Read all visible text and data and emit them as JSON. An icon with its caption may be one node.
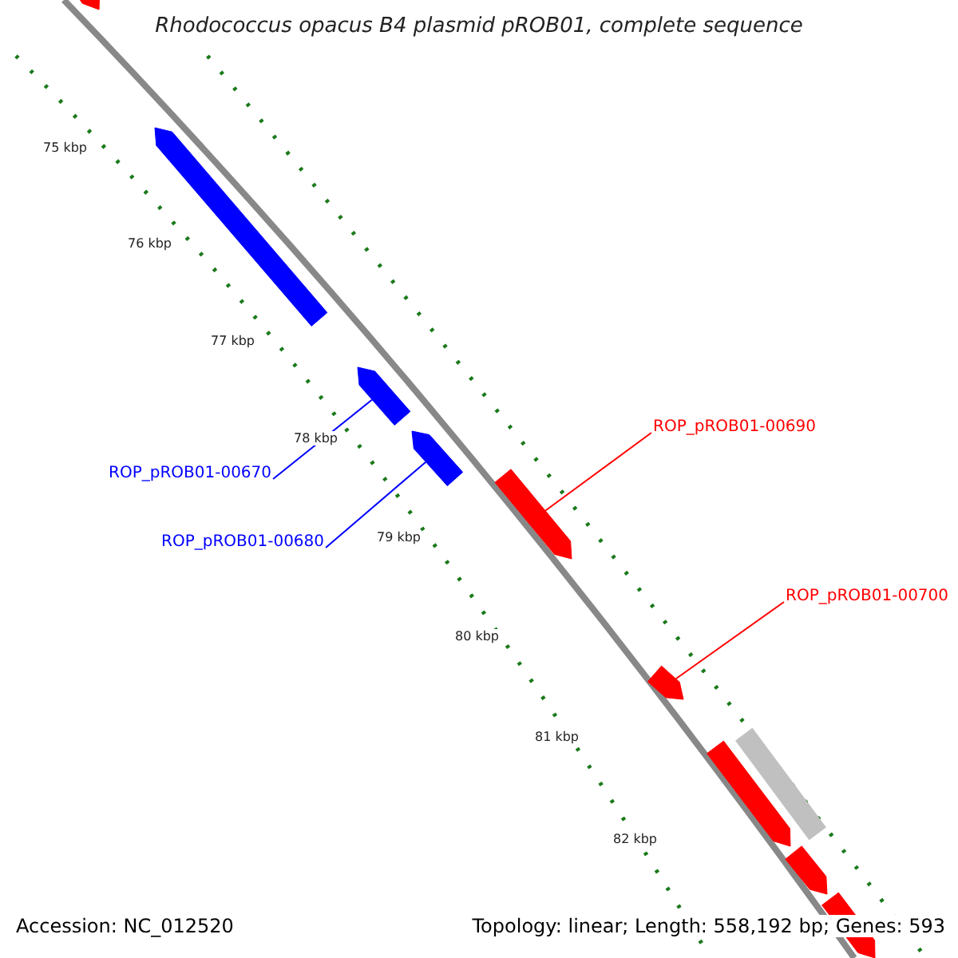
{
  "diagram": {
    "title": "Rhodococcus opacus B4 plasmid pROB01, complete sequence",
    "nodes": [
      {
        "text": [
          "ROP_pROB01-00670"
        ]
      },
      {
        "text": [
          "ROP_pROB01-00680"
        ]
      },
      {
        "text": [
          "ROP_pROB01-00690"
        ]
      },
      {
        "text": [
          "ROP_pROB01-00700"
        ]
      },
      {
        "text": [],
        "shape": "arrow"
      },
      {
        "text": [],
        "shape": "arrow"
      },
      {
        "text": [],
        "shape": "arrow"
      },
      {
        "text": [],
        "shape": "arrow"
      },
      {
        "text": [],
        "shape": "arrow"
      },
      {
        "text": [],
        "shape": "arrow"
      },
      {
        "text": [],
        "shape": "bar"
      },
      {
        "text": [],
        "shape": "arrow"
      },
      {
        "text": [],
        "shape": "arrow"
      },
      {
        "text": [],
        "shape": "arrow"
      }
    ],
    "edges": [
      {
        "from": 0,
        "to": 6,
        "arrow": "none",
        "color": "#0000ff"
      },
      {
        "from": 1,
        "to": 7,
        "arrow": "none",
        "color": "#0000ff"
      },
      {
        "from": 2,
        "to": 8,
        "arrow": "none",
        "color": "#ff0000"
      },
      {
        "from": 3,
        "to": 9,
        "arrow": "none",
        "color": "#ff0000"
      }
    ],
    "labels": [
      "75 kbp",
      "76 kbp",
      "77 kbp",
      "78 kbp",
      "79 kbp",
      "80 kbp",
      "81 kbp",
      "82 kbp",
      "Accession: NC_012520",
      "Topology: linear; Length: 558,192 bp; Genes: 593"
    ]
  }
}
